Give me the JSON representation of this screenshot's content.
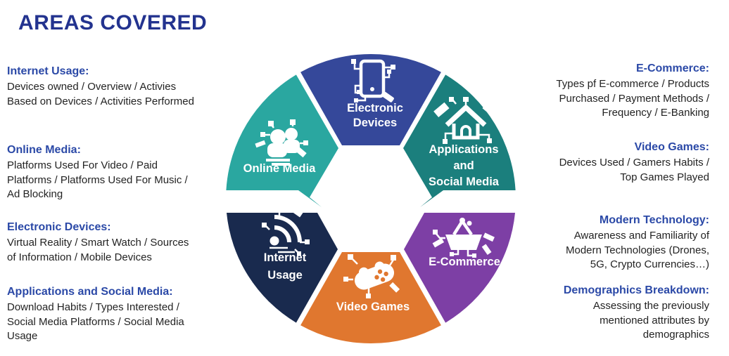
{
  "title": "AREAS COVERED",
  "left_column": [
    {
      "heading": "Internet Usage:",
      "lines": [
        "Devices owned / Overview / Activies",
        "Based on Devices / Activities Performed"
      ]
    },
    {
      "heading": "Online Media:",
      "lines": [
        "Platforms Used For Video / Paid",
        "Platforms / Platforms Used For Music /",
        "Ad Blocking"
      ]
    },
    {
      "heading": "Electronic Devices:",
      "lines": [
        "Virtual Reality / Smart Watch / Sources",
        "of Information / Mobile Devices"
      ]
    },
    {
      "heading": "Applications and Social Media:",
      "lines": [
        "Download Habits / Types Interested /",
        "Social Media Platforms / Social Media",
        "Usage"
      ]
    }
  ],
  "right_column": [
    {
      "heading": "E-Commerce:",
      "lines": [
        "Types pf E-commerce / Products",
        "Purchased / Payment Methods /",
        "Frequency / E-Banking"
      ]
    },
    {
      "heading": "Video Games:",
      "lines": [
        "Devices Used / Gamers Habits /",
        "Top Games Played"
      ]
    },
    {
      "heading": "Modern Technology:",
      "lines": [
        "Awareness and Familiarity of",
        "Modern Technologies (Drones,",
        "5G, Crypto Currencies…)"
      ]
    },
    {
      "heading": "Demographics Breakdown:",
      "lines": [
        "Assessing the previously",
        "mentioned attributes by",
        "demographics"
      ]
    }
  ],
  "wheel": {
    "label_color": "#ffffff",
    "segments": [
      {
        "name": "electronic-devices",
        "color": "#35489a",
        "lines": [
          "Electronic",
          "Devices"
        ]
      },
      {
        "name": "applications-social-media",
        "color": "#1b7f7d",
        "lines": [
          "Applications",
          "and",
          "Social Media"
        ]
      },
      {
        "name": "e-commerce",
        "color": "#7d3fa5",
        "lines": [
          "E-Commerce"
        ]
      },
      {
        "name": "video-games",
        "color": "#e0772f",
        "lines": [
          "Video Games"
        ]
      },
      {
        "name": "internet-usage",
        "color": "#192a4e",
        "lines": [
          "Internet",
          "Usage"
        ]
      },
      {
        "name": "online-media",
        "color": "#2aa7a0",
        "lines": [
          "Online Media"
        ]
      }
    ]
  }
}
